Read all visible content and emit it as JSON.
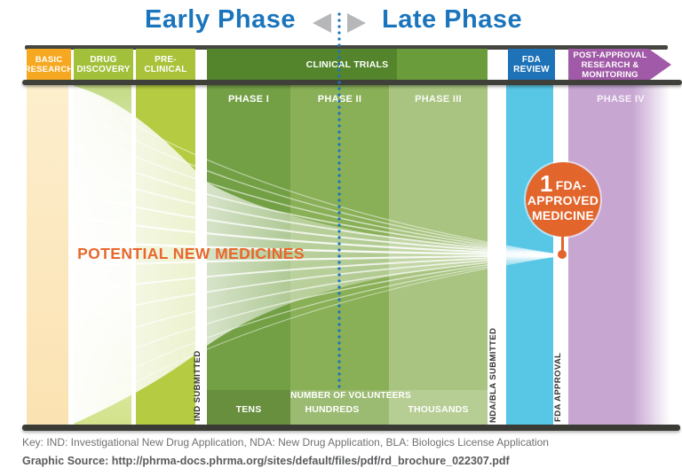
{
  "title": {
    "early_label": "Early Phase",
    "late_label": "Late Phase"
  },
  "stages": [
    {
      "id": "basic-research",
      "label": "BASIC RESEARCH",
      "color": "#f6a821"
    },
    {
      "id": "drug-discovery",
      "label": "DRUG DISCOVERY",
      "color": "#a2c03a"
    },
    {
      "id": "pre-clinical",
      "label": "PRE-CLINICAL",
      "color": "#a9c23a"
    },
    {
      "id": "clinical-trials",
      "label": "CLINICAL TRIALS",
      "color": "#54852c",
      "color2": "#6a9c3c"
    },
    {
      "id": "fda-review",
      "label": "FDA REVIEW",
      "color": "#1e72b8"
    },
    {
      "id": "post-approval",
      "label": "POST-APPROVAL RESEARCH & MONITORING",
      "color": "#a05aa7"
    }
  ],
  "body_colors": {
    "basic": "#fbe5bb",
    "drug": "#e9f2d2",
    "pre_clinical": "#b5cb41",
    "phase1": "#73a045",
    "phase2": "#89af57",
    "phase3": "#a9c480",
    "fda_review": "#58c6e5",
    "phase4": "#c7a6d2"
  },
  "phases": [
    {
      "label": "PHASE I"
    },
    {
      "label": "PHASE II"
    },
    {
      "label": "PHASE III"
    },
    {
      "label": "PHASE IV"
    }
  ],
  "milestones": [
    {
      "label": "IND SUBMITTED"
    },
    {
      "label": "NDA/BLA SUBMITTED"
    },
    {
      "label": "FDA APPROVAL"
    }
  ],
  "volunteers": {
    "heading": "NUMBER OF VOLUNTEERS",
    "tens": "TENS",
    "hundreds": "HUNDREDS",
    "thousands": "THOUSANDS"
  },
  "funnel": {
    "label": "POTENTIAL NEW MEDICINES"
  },
  "approved": {
    "number": "1",
    "suffix": "FDA-",
    "line2": "APPROVED",
    "line3": "MEDICINE",
    "color": "#e2652c"
  },
  "accents": {
    "blue": "#1b75bc",
    "arrow_gray": "#b5b7b9",
    "rail_dark": "#3f403a",
    "orange": "#e8672c"
  },
  "footer": {
    "key_text": "Key: IND: Investigational New Drug Application, NDA: New Drug Application, BLA: Biologics License Application",
    "source_text": "Graphic Source: http://phrma-docs.phrma.org/sites/default/files/pdf/rd_brochure_022307.pdf"
  }
}
